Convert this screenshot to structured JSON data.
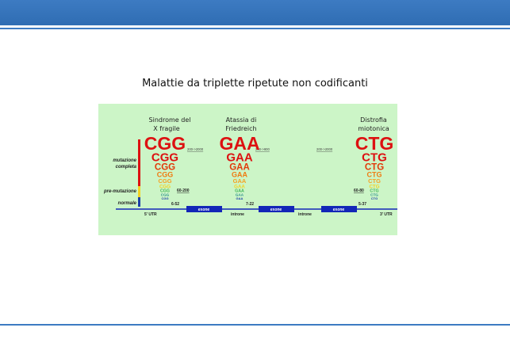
{
  "slide": {
    "title": "Malattie da triplette ripetute non codificanti"
  },
  "diagram": {
    "diseases": [
      {
        "line1": "Sindrome del",
        "line2": "X fragile",
        "triplet": "CGG",
        "normal_range": "6-52",
        "premutation_range": "60-200",
        "full_range": "200->2000"
      },
      {
        "line1": "Atassia di",
        "line2": "Friedreich",
        "triplet": "GAA",
        "normal_range": "7-22",
        "premutation_range": "",
        "full_range": "200->900"
      },
      {
        "line1": "Distrofia",
        "line2": "miotonica",
        "triplet": "CTG",
        "normal_range": "5-37",
        "premutation_range": "60-80",
        "full_range": "200->2000"
      }
    ],
    "row_labels": {
      "full_1": "mutazione",
      "full_2": "completa",
      "premutation": "pre-mutazione",
      "normal": "normale"
    },
    "gene": {
      "utr5": "5' UTR",
      "utr3": "3' UTR",
      "intron": "introne",
      "exon": "esone"
    },
    "colors": {
      "full": "#dd1111",
      "red_orange": "#e23a0a",
      "orange": "#f07a10",
      "light_orange": "#f6a020",
      "yellow": "#f2d224",
      "green": "#43b55a",
      "teal": "#2a8f8c",
      "blue": "#1b3fa8",
      "exon": "#1326b8"
    }
  }
}
